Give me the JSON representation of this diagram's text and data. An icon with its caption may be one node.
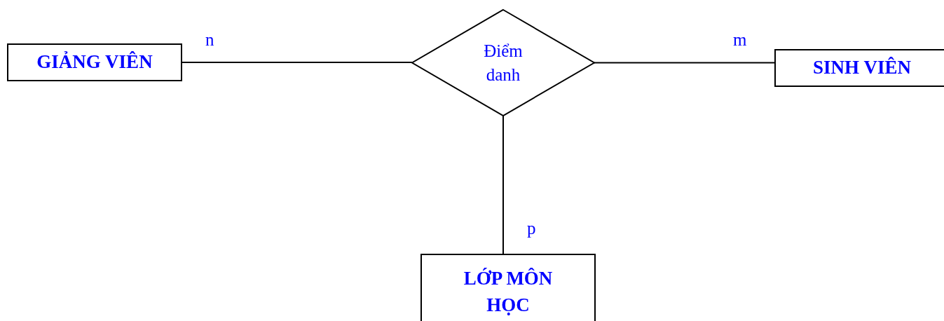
{
  "diagram": {
    "nodes": [
      {
        "text": [
          "GIẢNG VIÊN"
        ]
      },
      {
        "text": [
          "Điểm danh"
        ]
      },
      {
        "text": [
          "SINH VIÊN"
        ]
      },
      {
        "text": [
          "LỚP MÔN HỌC"
        ]
      }
    ],
    "edges": [
      {
        "from": 0,
        "to": 1,
        "arrow": "none",
        "label": "n"
      },
      {
        "from": 1,
        "to": 2,
        "arrow": "none",
        "label": "m"
      },
      {
        "from": 1,
        "to": 3,
        "arrow": "none",
        "label": "p"
      }
    ]
  }
}
